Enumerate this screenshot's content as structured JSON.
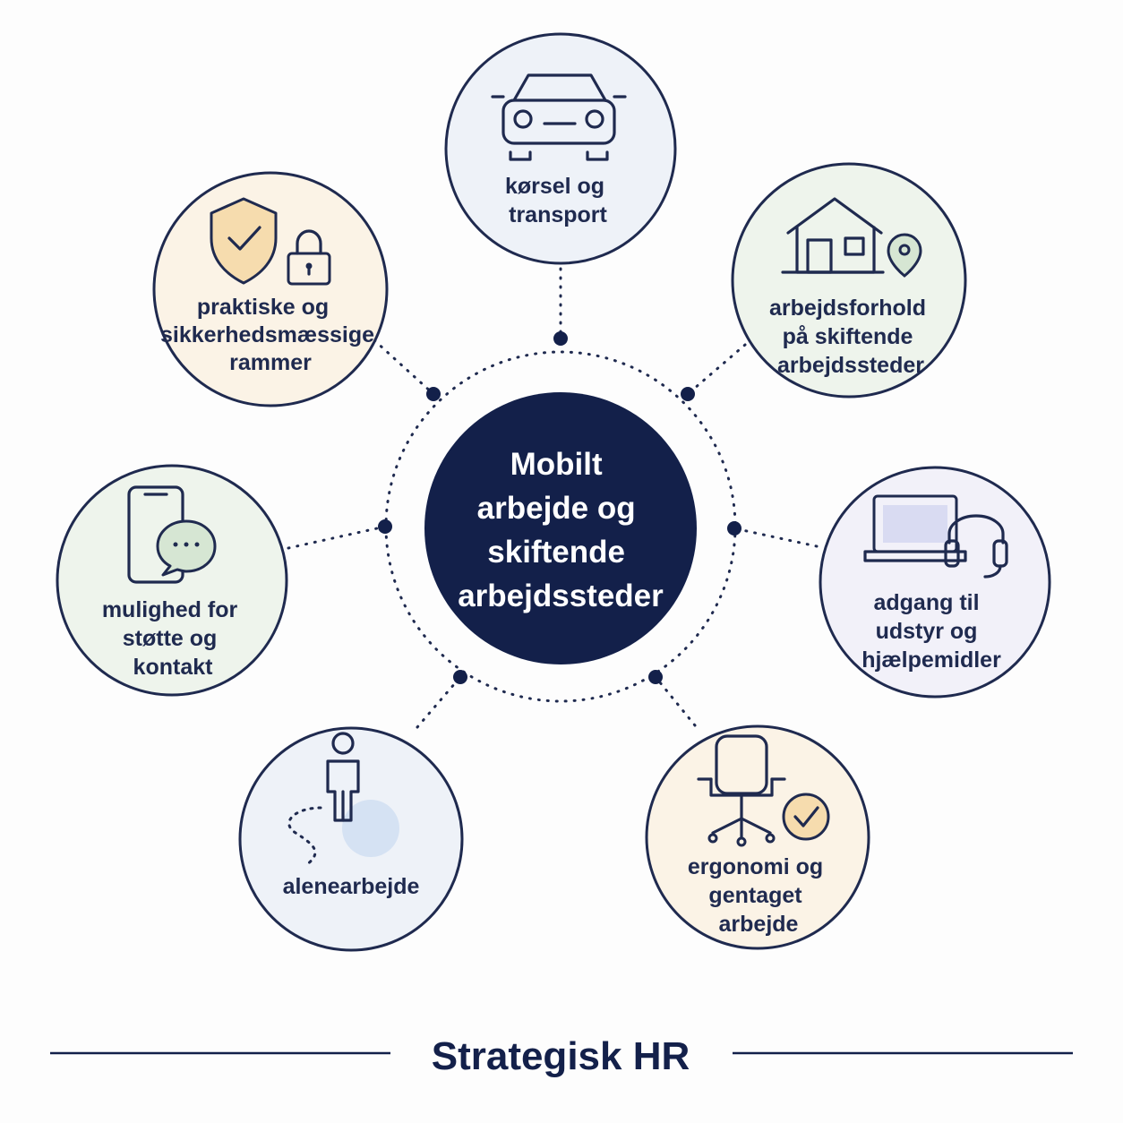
{
  "center": {
    "lines": [
      "Mobilt",
      "arbejde og",
      "skiftende",
      "arbejdssteder"
    ]
  },
  "nodes": [
    {
      "id": "transport",
      "icon": "car-icon",
      "lines": [
        "kørsel og",
        "transport"
      ],
      "fill": "#eef2f8"
    },
    {
      "id": "working-conditions",
      "icon": "house-location-icon",
      "lines": [
        "arbejdsforhold",
        "på skiftende",
        "arbejdssteder"
      ],
      "fill": "#eef4ec"
    },
    {
      "id": "equipment",
      "icon": "laptop-headset-icon",
      "lines": [
        "adgang til",
        "udstyr og",
        "hjælpemidler"
      ],
      "fill": "#f2f1f9"
    },
    {
      "id": "ergonomics",
      "icon": "office-chair-check-icon",
      "lines": [
        "ergonomi og",
        "gentaget",
        "arbejde"
      ],
      "fill": "#fbf3e6"
    },
    {
      "id": "lone-work",
      "icon": "person-path-icon",
      "lines": [
        "alenearbejde"
      ],
      "fill": "#eef2f8"
    },
    {
      "id": "support",
      "icon": "phone-chat-icon",
      "lines": [
        "mulighed for",
        "støtte og",
        "kontakt"
      ],
      "fill": "#eef4ec"
    },
    {
      "id": "safety",
      "icon": "shield-lock-icon",
      "lines": [
        "praktiske og",
        "sikkerhedsmæssige",
        "rammer"
      ],
      "fill": "#fbf3e6"
    }
  ],
  "footer": {
    "title": "Strategisk HR"
  },
  "colors": {
    "navy": "#13204a",
    "outline": "#1f2a4f",
    "accent_orange": "#f6dcae",
    "accent_green": "#d6e6d3",
    "accent_blue": "#d5e2f3"
  }
}
